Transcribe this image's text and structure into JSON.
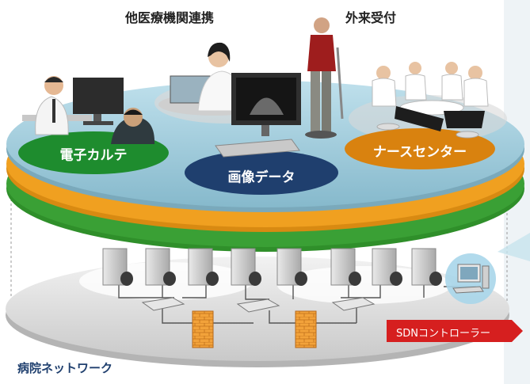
{
  "labels": {
    "top_other_hospital": "他医療機関連携",
    "top_outpatient": "外来受付",
    "emr": "電子カルテ",
    "imaging": "画像データ",
    "nurse_station": "ナースセンター",
    "sdn_controller": "SDNコントローラー",
    "hospital_network": "病院ネットワーク"
  },
  "colors": {
    "platform_top": "#9cc7d8",
    "layer_orange": "#f0a020",
    "layer_green": "#3aa035",
    "pill_green": "#1e8c2e",
    "pill_navy": "#1f3f6e",
    "pill_orange": "#d9820f",
    "sdn_red": "#d61f1f",
    "firewall": "#f2a23a"
  },
  "icons": [
    "doctor-icon",
    "monitor-icon",
    "patient-icon",
    "receptionist-icon",
    "ultrasound-monitor-icon",
    "keyboard-icon",
    "outpatient-crutch-icon",
    "nurse-meeting-icon",
    "server-icon",
    "switch-icon",
    "firewall-icon",
    "controller-pc-icon"
  ]
}
